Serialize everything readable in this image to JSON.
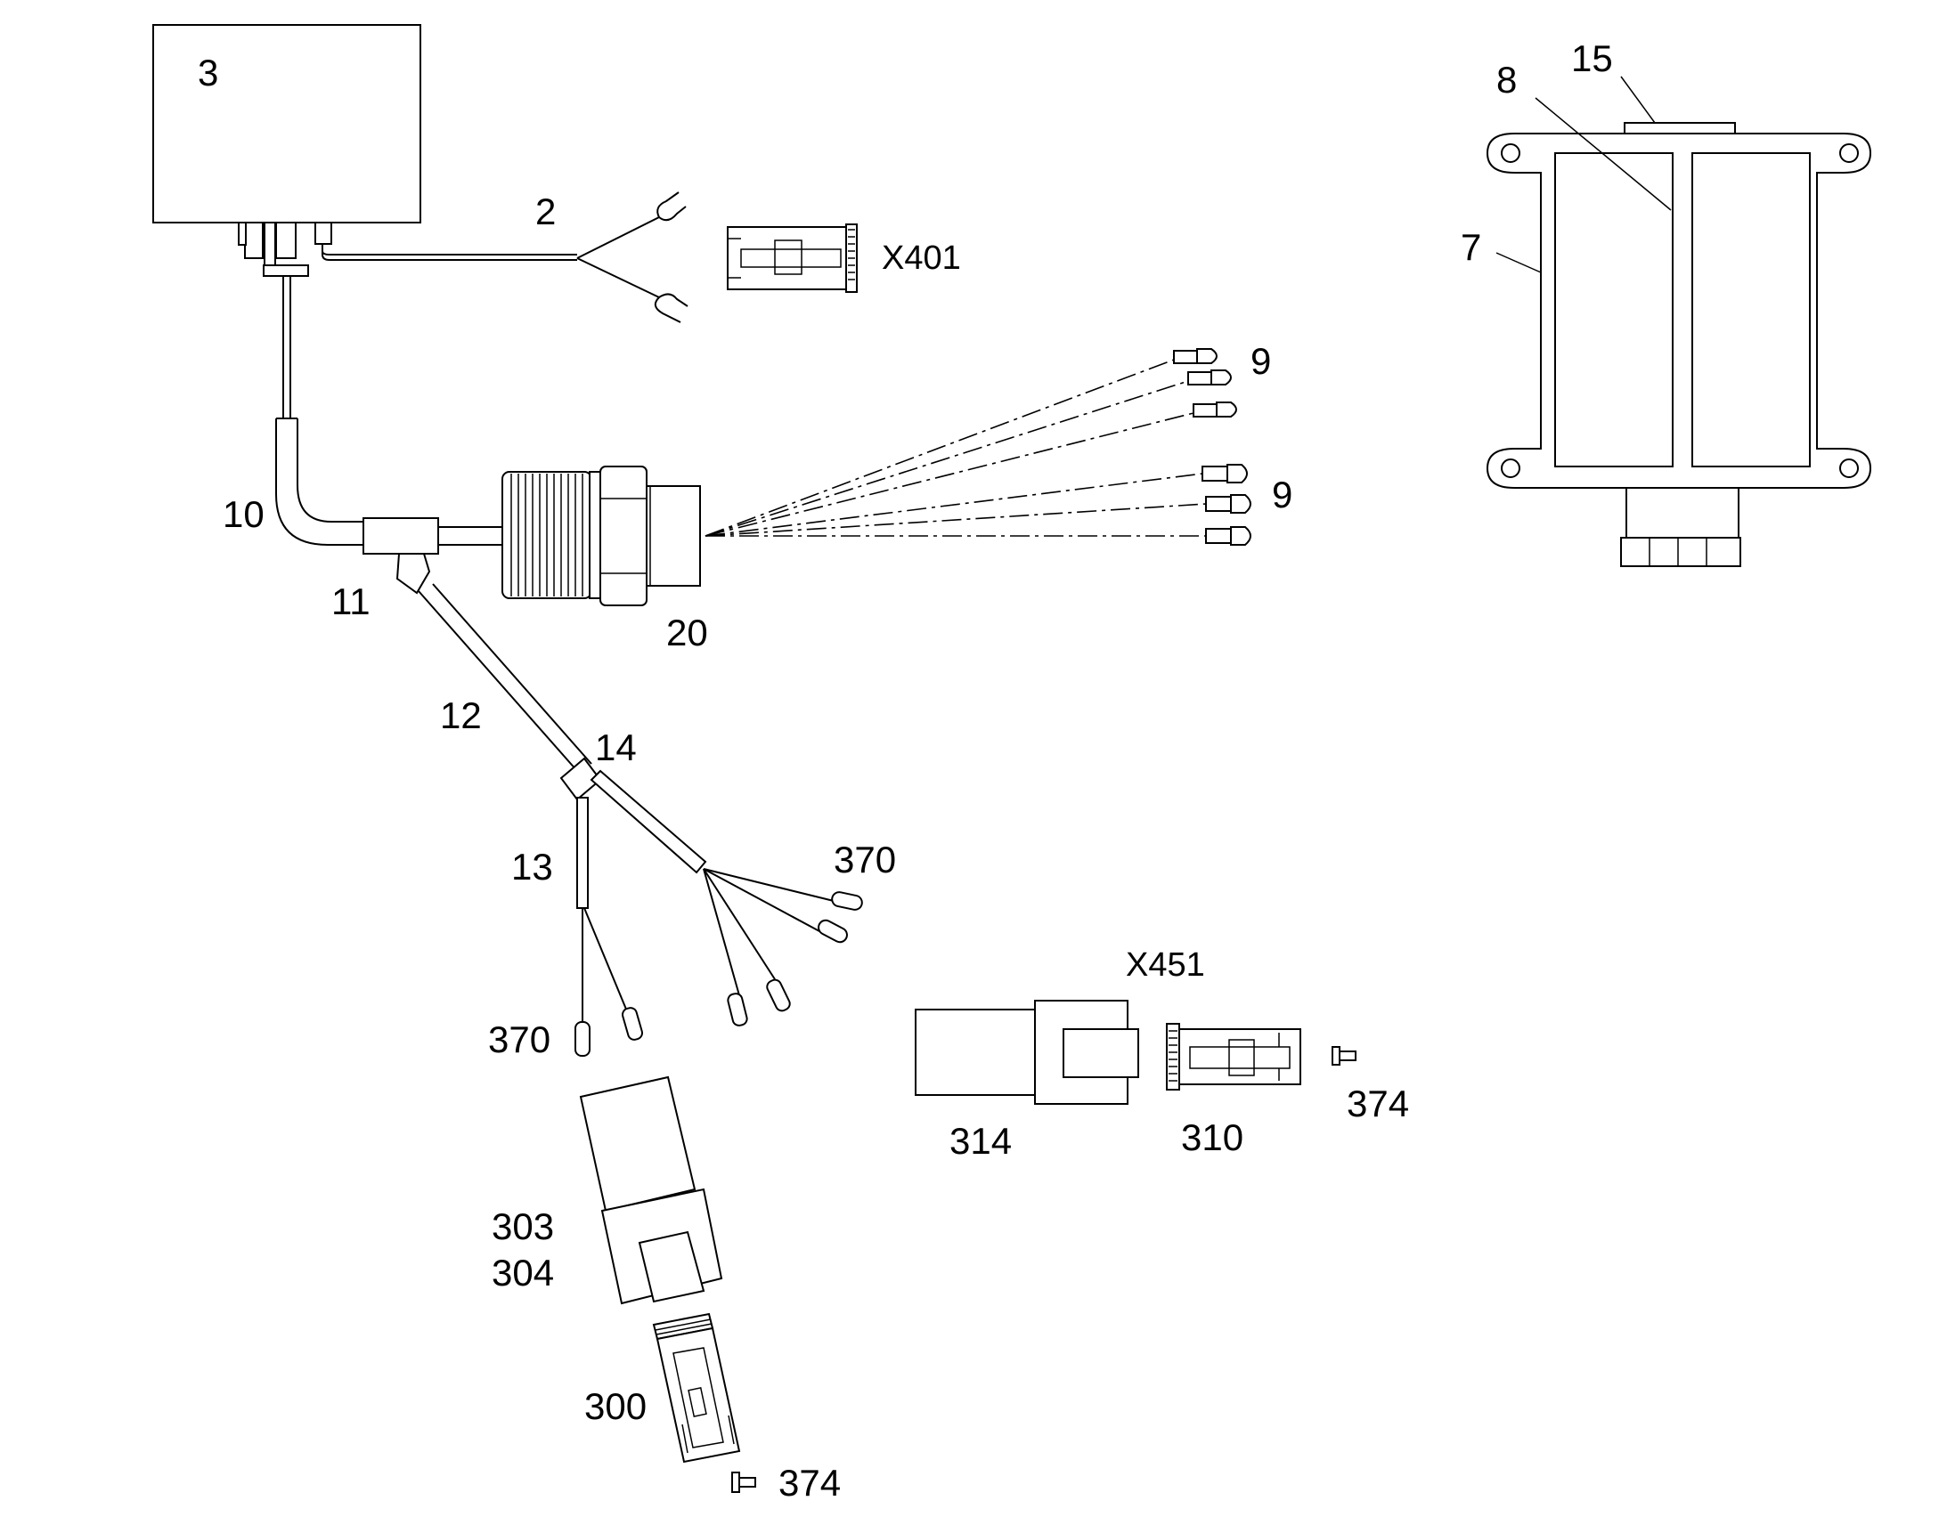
{
  "labels": {
    "p3": "3",
    "p2": "2",
    "x401": "X401",
    "p10": "10",
    "p11": "11",
    "p20": "20",
    "p9a": "9",
    "p9b": "9",
    "p12": "12",
    "p14": "14",
    "p13": "13",
    "p370a": "370",
    "p370b": "370",
    "x451": "X451",
    "p374a": "374",
    "p374b": "374",
    "p314": "314",
    "p310": "310",
    "p303": "303",
    "p304": "304",
    "p300": "300",
    "p15": "15",
    "p8": "8",
    "p7": "7"
  }
}
